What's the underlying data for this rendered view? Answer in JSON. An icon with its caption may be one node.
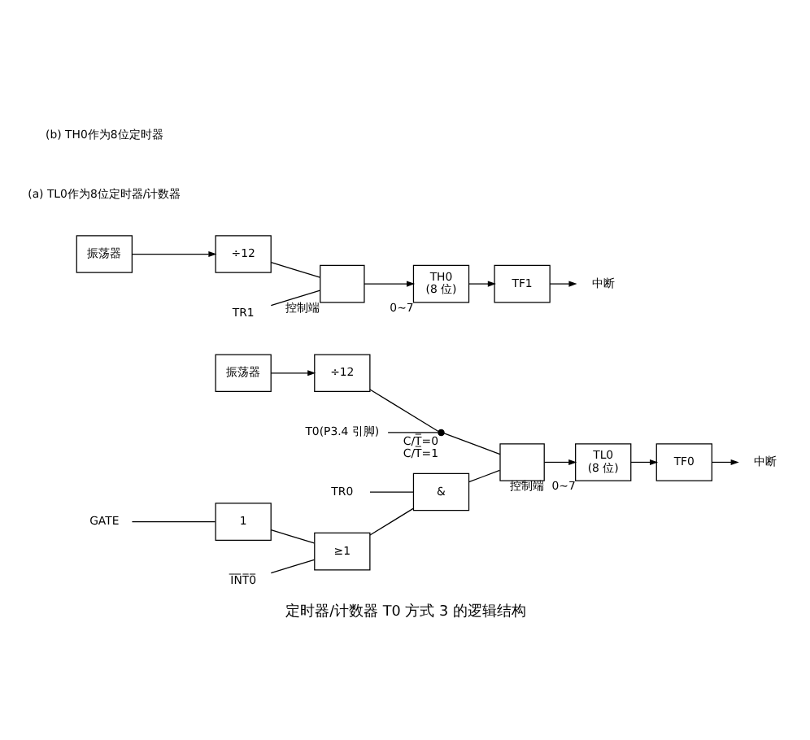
{
  "diagram": {
    "caption": "定时器/计数器 T0 方式 3 的逻辑结构",
    "nodes": [
      {
        "text": [
          "振荡器"
        ]
      },
      {
        "text": [
          "÷12"
        ]
      },
      {
        "text": [],
        "shape": "switch",
        "beside": [
          "C/T̅=0",
          "C/T̅=1"
        ]
      },
      {
        "text": [
          "T0(P3.4 引脚)"
        ]
      },
      {
        "text": [],
        "shape": "box",
        "beside": [
          "控制端"
        ]
      },
      {
        "text": [
          "TL0",
          "(8 位)"
        ],
        "beside": [
          "0~7"
        ]
      },
      {
        "text": [
          "TF0"
        ]
      },
      {
        "text": [
          "中断"
        ]
      },
      {
        "text": [
          "TR0"
        ]
      },
      {
        "text": [
          "&"
        ]
      },
      {
        "text": [
          "GATE"
        ]
      },
      {
        "text": [
          "1"
        ]
      },
      {
        "text": [
          "I̅N̅T̅0̅"
        ]
      },
      {
        "text": [
          "≥1"
        ]
      },
      {
        "text": [
          "振荡器"
        ]
      },
      {
        "text": [
          "÷12"
        ]
      },
      {
        "text": [],
        "shape": "box",
        "beside": [
          "控制端"
        ]
      },
      {
        "text": [
          "TH0",
          "(8 位)"
        ],
        "beside": [
          "0~7"
        ]
      },
      {
        "text": [
          "TF1"
        ]
      },
      {
        "text": [
          "中断"
        ]
      },
      {
        "text": [
          "TR1"
        ]
      }
    ],
    "edges": [
      {
        "from": 0,
        "to": 1,
        "arrow": "to"
      },
      {
        "from": 1,
        "to": 2,
        "arrow": "none"
      },
      {
        "from": 3,
        "to": 2,
        "arrow": "none"
      },
      {
        "from": 2,
        "to": 4,
        "arrow": "none"
      },
      {
        "from": 4,
        "to": 5,
        "arrow": "to"
      },
      {
        "from": 5,
        "to": 6,
        "arrow": "to"
      },
      {
        "from": 6,
        "to": 7,
        "arrow": "to"
      },
      {
        "from": 8,
        "to": 9,
        "arrow": "none"
      },
      {
        "from": 10,
        "to": 11,
        "arrow": "none"
      },
      {
        "from": 11,
        "to": 13,
        "arrow": "none"
      },
      {
        "from": 12,
        "to": 13,
        "arrow": "none"
      },
      {
        "from": 13,
        "to": 9,
        "arrow": "none"
      },
      {
        "from": 9,
        "to": 4,
        "arrow": "none"
      },
      {
        "from": 14,
        "to": 15,
        "arrow": "to"
      },
      {
        "from": 15,
        "to": 16,
        "arrow": "none"
      },
      {
        "from": 16,
        "to": 17,
        "arrow": "to"
      },
      {
        "from": 17,
        "to": 18,
        "arrow": "to"
      },
      {
        "from": 18,
        "to": 19,
        "arrow": "to"
      },
      {
        "from": 20,
        "to": 16,
        "arrow": "none"
      }
    ],
    "labels": [
      "(a) TL0作为8位定时器/计数器",
      "(b) TH0作为8位定时器"
    ]
  }
}
